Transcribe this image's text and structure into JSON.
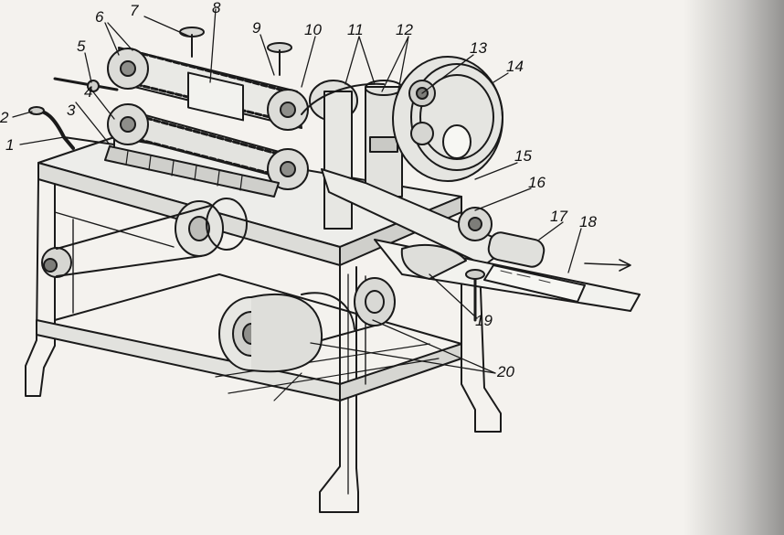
{
  "figure": {
    "callouts": [
      "1",
      "2",
      "3",
      "4",
      "5",
      "6",
      "7",
      "8",
      "9",
      "10",
      "11",
      "12",
      "13",
      "14",
      "15",
      "16",
      "17",
      "18",
      "19",
      "20"
    ]
  }
}
